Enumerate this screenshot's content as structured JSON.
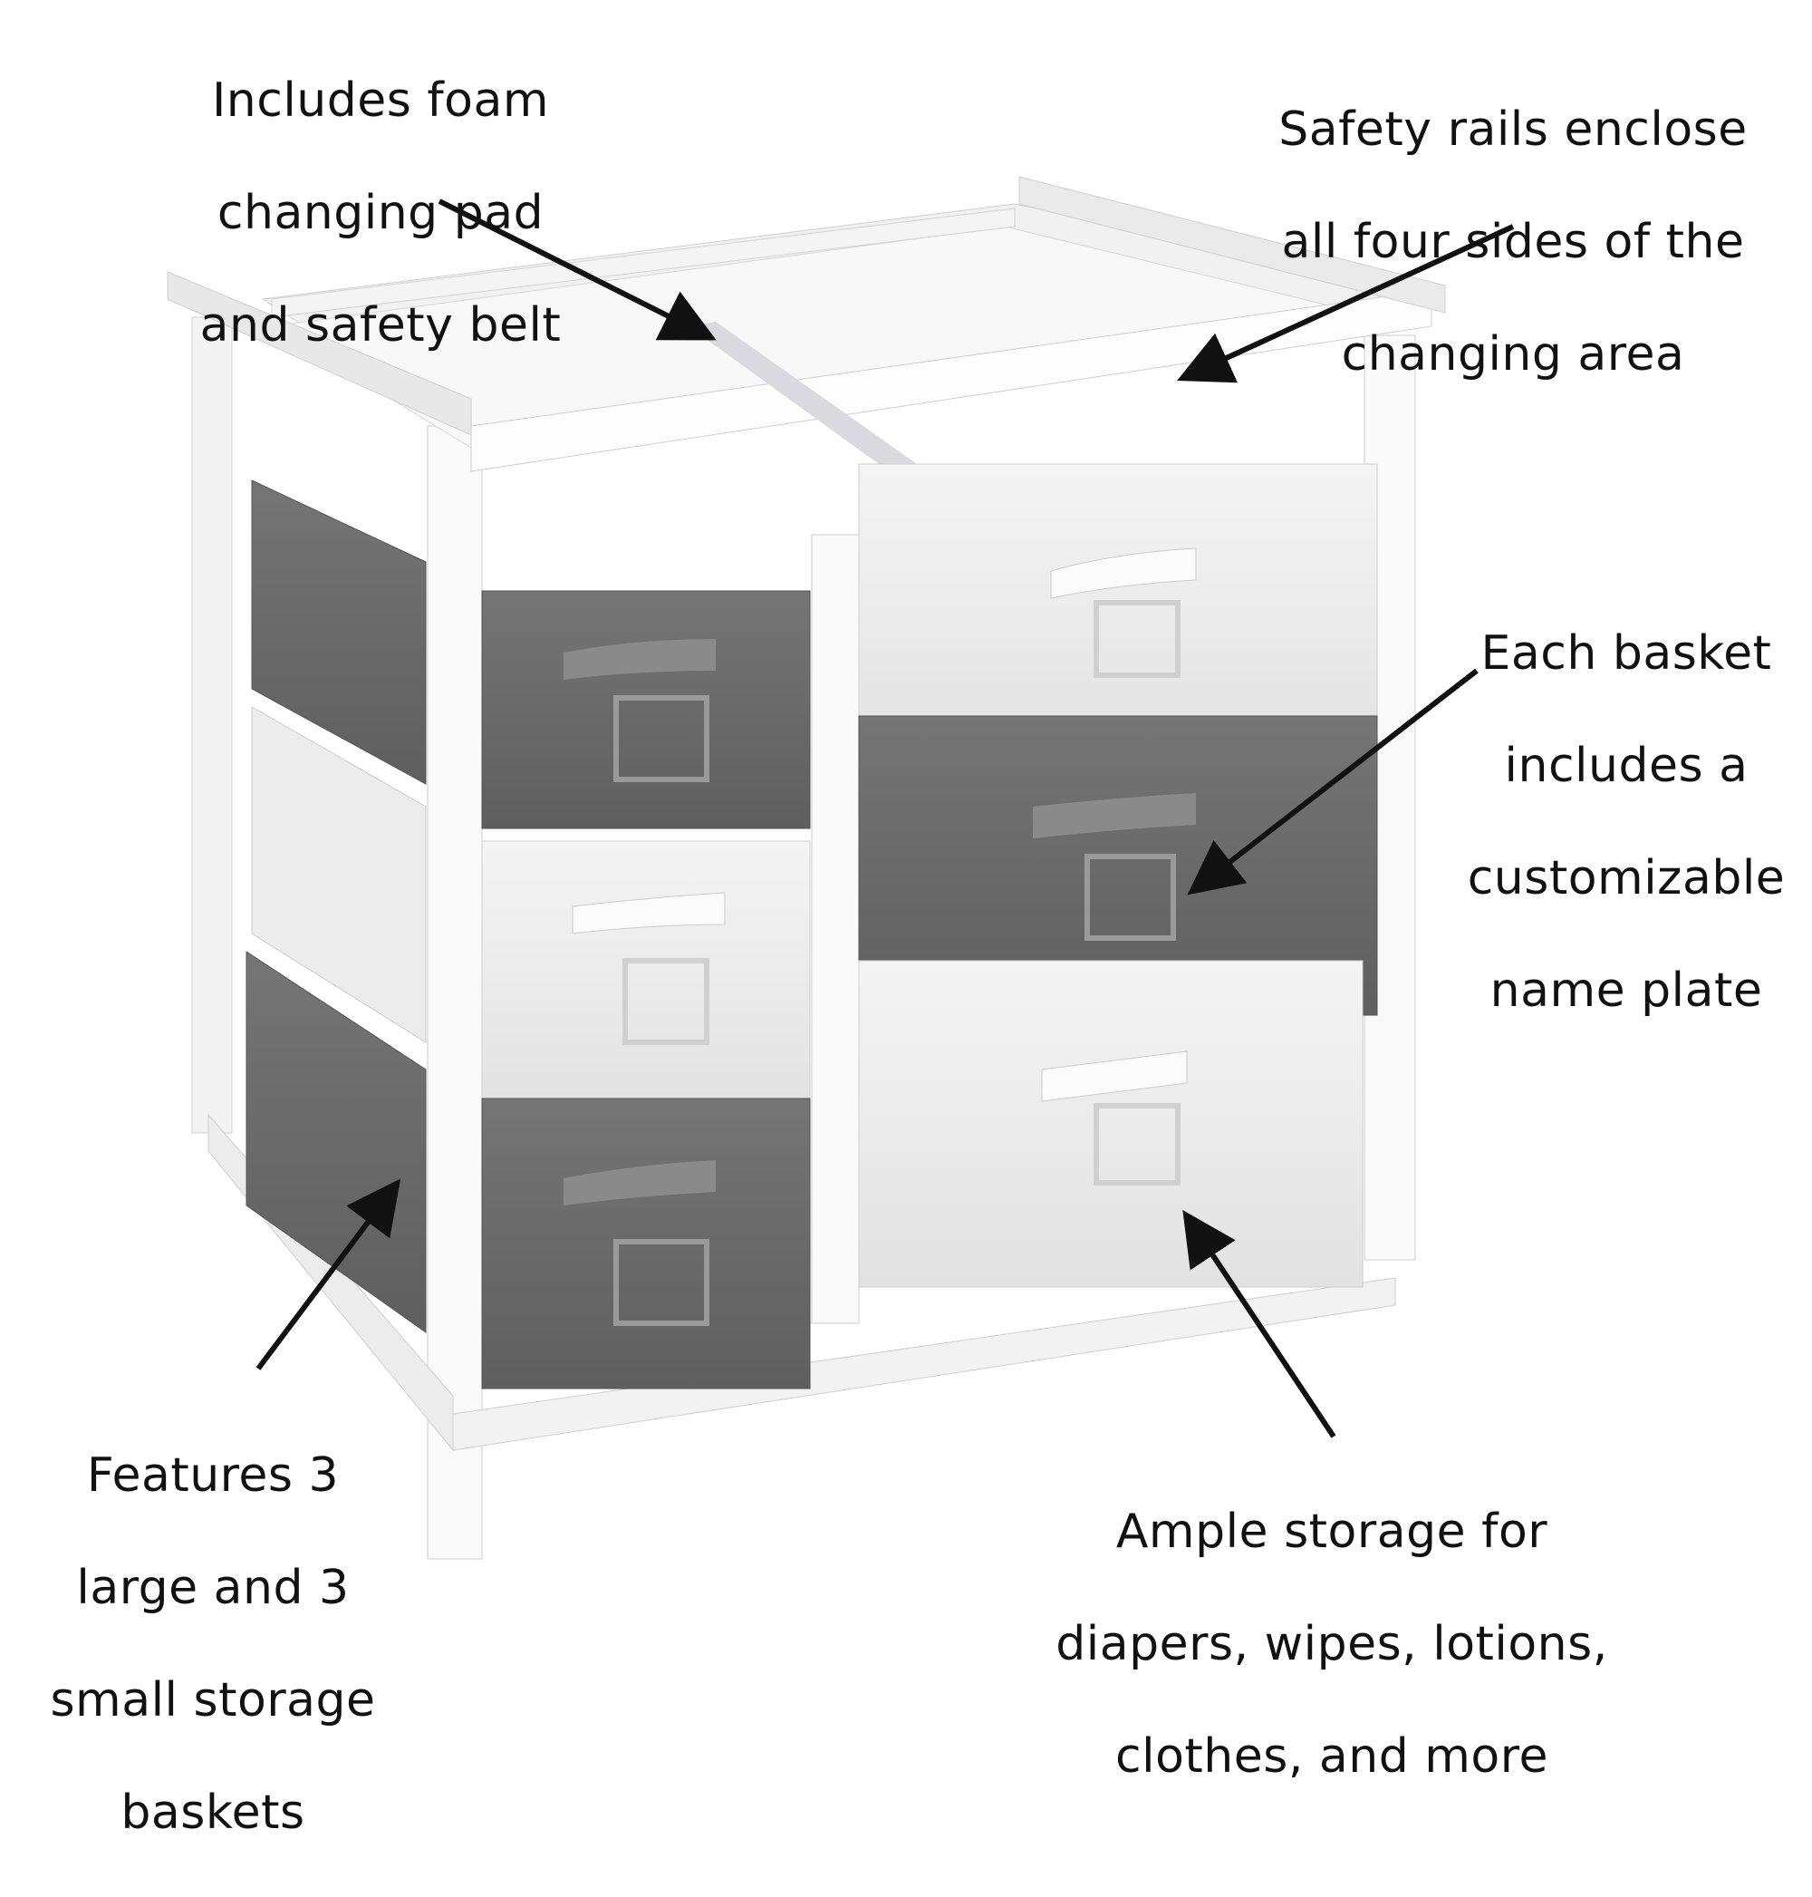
{
  "callouts": {
    "foam_pad": [
      "Includes foam",
      "changing pad",
      "and safety belt"
    ],
    "safety_rails": [
      "Safety rails enclose",
      "all four sides of the",
      "changing area"
    ],
    "name_plate": [
      "Each basket",
      "includes a",
      "customizable",
      "name plate"
    ],
    "baskets": [
      "Features 3",
      "large and 3",
      "small storage",
      "baskets"
    ],
    "storage": [
      "Ample storage for",
      "diapers, wipes, lotions,",
      "clothes, and more"
    ]
  },
  "colors": {
    "frame": "#ffffff",
    "frame_shade": "#e6e6e6",
    "gray_basket": "#6e6e6e",
    "gray_basket_dark": "#5a5a5a",
    "white_basket": "#ededed",
    "arrow": "#111111"
  }
}
